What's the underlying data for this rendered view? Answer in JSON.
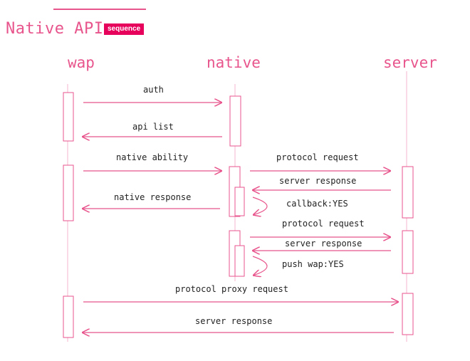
{
  "title": "Native API",
  "badge": "sequence",
  "colors": {
    "accent": "#e8558c",
    "badge_bg": "#e6005c",
    "text": "#222222"
  },
  "actors": [
    "wap",
    "native",
    "server"
  ],
  "messages": [
    "auth",
    "api list",
    "native ability",
    "protocol request",
    "server response",
    "native response",
    "callback:YES",
    "protocol request",
    "server response",
    "push wap:YES",
    "protocol proxy request",
    "server response"
  ]
}
